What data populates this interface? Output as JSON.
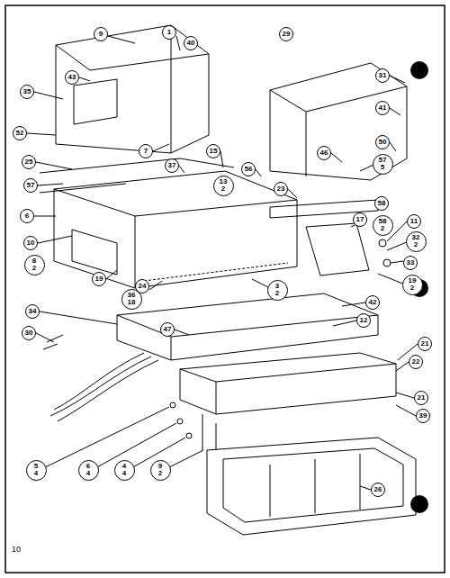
{
  "diagram": {
    "labels": [
      "9",
      "1",
      "40",
      "43",
      "35",
      "52",
      "7",
      "29",
      "31",
      "41",
      "50",
      "57 5",
      "46",
      "58",
      "58 2",
      "37",
      "15",
      "56",
      "13 2",
      "23",
      "25",
      "57",
      "6",
      "10",
      "8 2",
      "19",
      "36 18",
      "24",
      "17",
      "11",
      "32 2",
      "33",
      "19 2",
      "3 2",
      "34",
      "30",
      "47",
      "42",
      "12",
      "21",
      "22",
      "21",
      "39",
      "5 4",
      "6 4",
      "4 4",
      "9 2",
      "26",
      "10"
    ]
  }
}
